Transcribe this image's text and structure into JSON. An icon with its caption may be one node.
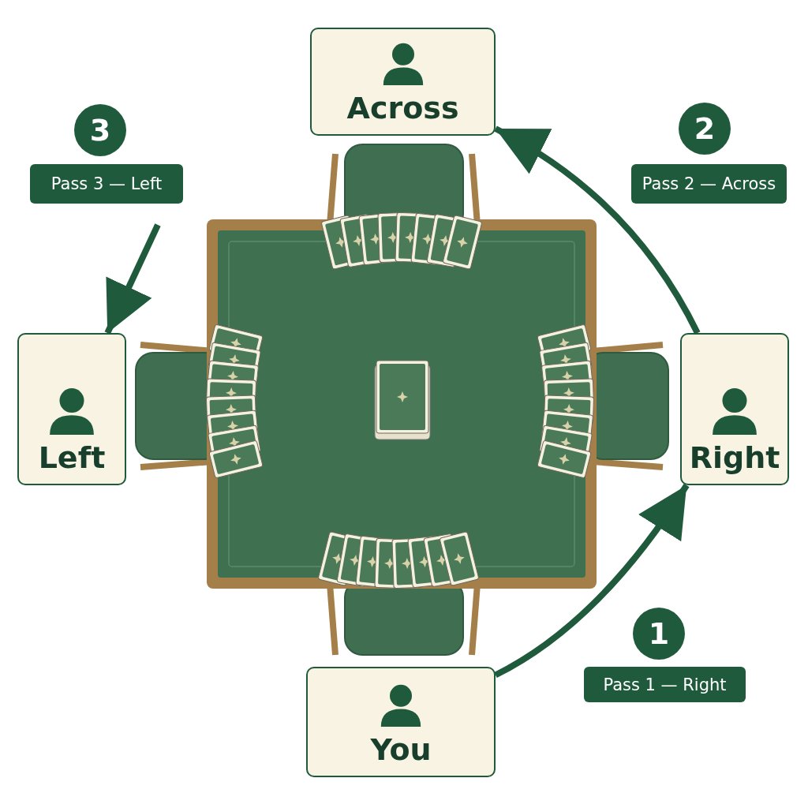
{
  "diagram": {
    "nodes": [
      {
        "text": [
          "Across"
        ]
      },
      {
        "text": [
          "3"
        ]
      },
      {
        "text": [
          "Pass 3 — Left"
        ]
      },
      {
        "text": [
          "2"
        ]
      },
      {
        "text": [
          "Pass 2 — Across"
        ]
      },
      {
        "text": [
          "Left"
        ]
      },
      {
        "text": [
          "Right"
        ]
      },
      {
        "text": [
          "1"
        ]
      },
      {
        "text": [
          "Pass 1 — Right"
        ]
      },
      {
        "text": [
          "You"
        ]
      }
    ],
    "edges": [
      {
        "from": 9,
        "to": 6,
        "arrow": "to"
      },
      {
        "from": 6,
        "to": 0,
        "arrow": "to"
      },
      {
        "from": null,
        "to": 5,
        "arrow": "to"
      }
    ]
  }
}
